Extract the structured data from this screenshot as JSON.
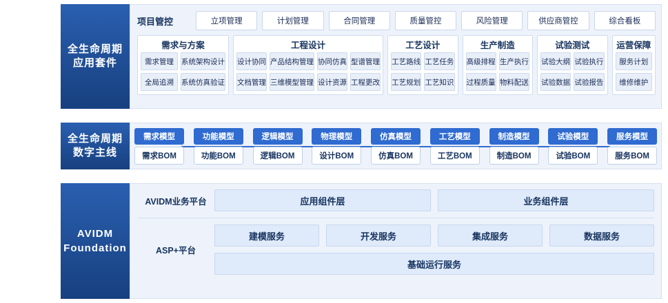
{
  "sections": {
    "suite": {
      "side_label_line1": "全生命周期",
      "side_label_line2": "应用套件",
      "top_row": {
        "title": "项目管控",
        "chips": [
          "立项管理",
          "计划管理",
          "合同管理",
          "质量管控",
          "风险管理",
          "供应商管控",
          "综合看板"
        ]
      },
      "columns": [
        {
          "head": "需求与方案",
          "rows": [
            [
              "需求管理",
              "系统架构设计"
            ],
            [
              "全局追溯",
              "系统仿真验证"
            ]
          ]
        },
        {
          "head": "工程设计",
          "rows": [
            [
              "设计协同",
              "产品结构管理",
              "协同仿真",
              "型谱管理"
            ],
            [
              "文档管理",
              "三维模型管理",
              "设计资源",
              "工程更改"
            ]
          ]
        },
        {
          "head": "工艺设计",
          "rows": [
            [
              "工艺路线",
              "工艺任务"
            ],
            [
              "工艺规划",
              "工艺知识"
            ]
          ]
        },
        {
          "head": "生产制造",
          "rows": [
            [
              "高级排程",
              "生产执行"
            ],
            [
              "过程质量",
              "物料配送"
            ]
          ]
        },
        {
          "head": "试验测试",
          "rows": [
            [
              "试验大纲",
              "试验执行"
            ],
            [
              "试验数据",
              "试验报告"
            ]
          ]
        },
        {
          "head": "运营保障",
          "rows": [
            [
              "服务计划"
            ],
            [
              "维修维护"
            ]
          ]
        }
      ]
    },
    "thread": {
      "side_label_line1": "全生命周期",
      "side_label_line2": "数字主线",
      "nodes": [
        {
          "top": "需求模型",
          "bottom": "需求BOM"
        },
        {
          "top": "功能模型",
          "bottom": "功能BOM"
        },
        {
          "top": "逻辑模型",
          "bottom": "逻辑BOM"
        },
        {
          "top": "物理模型",
          "bottom": "设计BOM"
        },
        {
          "top": "仿真模型",
          "bottom": "仿真BOM"
        },
        {
          "top": "工艺模型",
          "bottom": "工艺BOM"
        },
        {
          "top": "制造模型",
          "bottom": "制造BOM"
        },
        {
          "top": "试验模型",
          "bottom": "试验BOM"
        },
        {
          "top": "服务模型",
          "bottom": "服务BOM"
        }
      ]
    },
    "foundation": {
      "side_label_line1": "AVIDM",
      "side_label_line2": "Foundation",
      "business_platform_label": "AVIDM业务平台",
      "business_layers": [
        "应用组件层",
        "业务组件层"
      ],
      "asp_label": "ASP+平台",
      "services": [
        "建模服务",
        "开发服务",
        "集成服务",
        "数据服务"
      ],
      "runtime": "基础运行服务"
    }
  },
  "colors": {
    "brand_blue": "#1f4e9c",
    "node_blue": "#2f6bd0",
    "panel_bg": "#eef3fb",
    "cell_bg": "#e8eff9"
  }
}
